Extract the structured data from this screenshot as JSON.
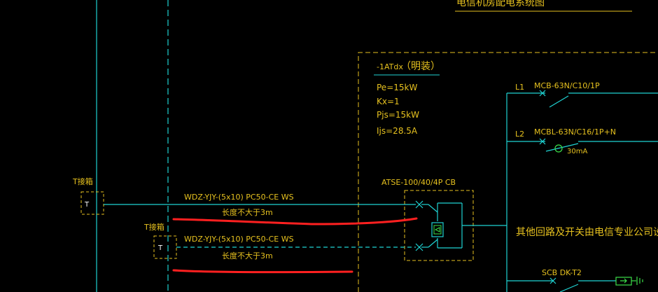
{
  "title": "电信机房配电系统图",
  "panel": {
    "name": "-1ATdx",
    "mount": "（明装）",
    "pe": "Pe=15kW",
    "kx": "Kx=1",
    "pjs": "Pjs=15kW",
    "ijs": "Ijs=28.5A"
  },
  "atse": "ATSE-100/40/4P CB",
  "feeders": [
    {
      "box": "T接箱",
      "tap": "T",
      "cable": "WDZ-YJY-(5x10) PC50-CE WS",
      "note": "长度不大于3m"
    },
    {
      "box": "T接箱",
      "tap": "T",
      "cable": "WDZ-YJY-(5x10) PC50-CE WS",
      "note": "长度不大于3m"
    }
  ],
  "circuits": [
    {
      "phase": "L1",
      "breaker": "MCB-63N/C10/1P"
    },
    {
      "phase": "L2",
      "breaker": "MCBL-63N/C16/1P+N",
      "leak": "30mA"
    },
    {
      "phase": "",
      "breaker": "SCB DK-T2"
    }
  ],
  "other_note": "其他回路及开关由电信专业公司设计",
  "colors": {
    "background": "#000000",
    "wire": "#1fd3d3",
    "text": "#e6c11f",
    "markup": "#ff2020",
    "white": "#ffffff",
    "green": "#3ce04a"
  }
}
